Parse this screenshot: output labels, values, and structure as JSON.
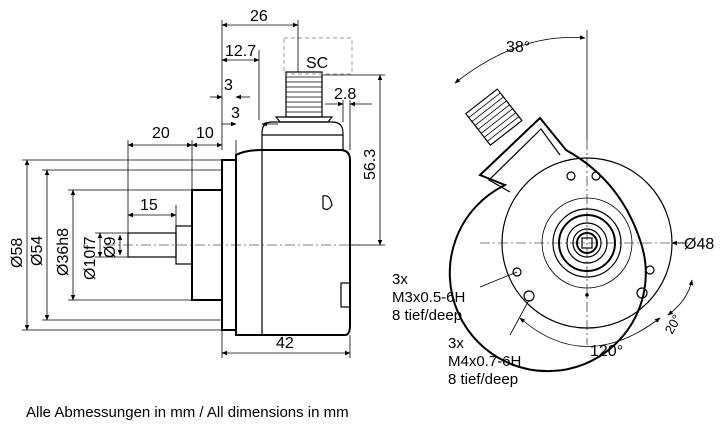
{
  "side_view": {
    "dim_26": "26",
    "dim_12_7": "12.7",
    "dim_3_a": "3",
    "dim_3_b": "3",
    "dim_2_8": "2.8",
    "dim_56_3": "56.3",
    "dim_20": "20",
    "dim_10": "10",
    "dim_15": "15",
    "dim_42": "42",
    "connector_label": "SC",
    "dia_58": "Ø58",
    "dia_54": "Ø54",
    "dia_36h8": "Ø36h8",
    "dia_10f7": "Ø10f7",
    "dia_9": "Ø9"
  },
  "front_view": {
    "angle_38": "38°",
    "dia_48": "Ø48",
    "angle_120": "120°",
    "angle_20": "20°",
    "hole_m3": [
      "3x",
      "M3x0.5-6H",
      "8 tief/deep"
    ],
    "hole_m4": [
      "3x",
      "M4x0.7-6H",
      "8 tief/deep"
    ]
  },
  "footer_note": "Alle Abmessungen in mm / All dimensions in mm"
}
